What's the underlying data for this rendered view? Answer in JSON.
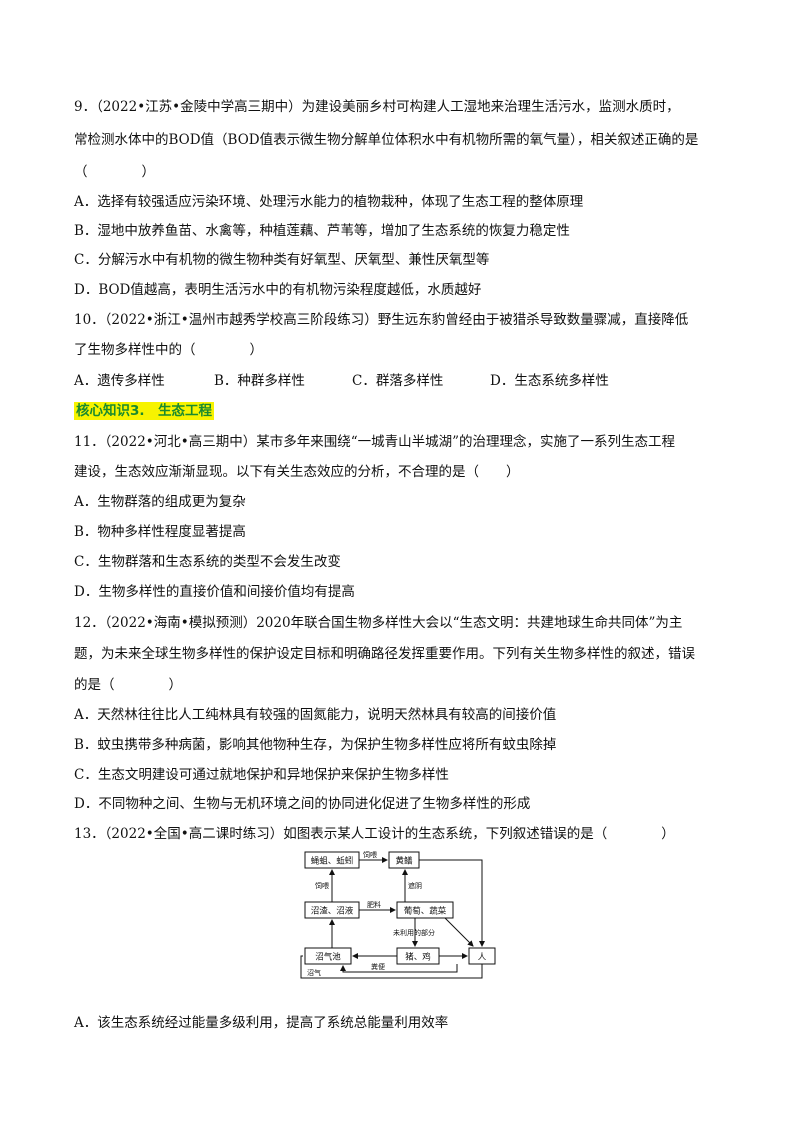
{
  "q9": {
    "line1": "9．（2022•江苏•金陵中学高三期中）为建设美丽乡村可构建人工湿地来治理生活污水，监测水质时，",
    "line2": "常检测水体中的BOD值（BOD值表示微生物分解单位体积水中有机物所需的氧气量），相关叙述正确的是",
    "line3": "（　　　　）",
    "options": [
      "A．选择有较强适应污染环境、处理污水能力的植物栽种，体现了生态工程的整体原理",
      "B．湿地中放养鱼苗、水禽等，种植莲藕、芦苇等，增加了生态系统的恢复力稳定性",
      "C．分解污水中有机物的微生物种类有好氧型、厌氧型、兼性厌氧型等",
      "D．BOD值越高，表明生活污水中的有机物污染程度越低，水质越好"
    ]
  },
  "q10": {
    "line1": "10．（2022•浙江•温州市越秀学校高三阶段练习）野生远东豹曾经由于被猎杀导致数量骤减，直接降低",
    "line2": "了生物多样性中的（　　　　）",
    "options": [
      "A．遗传多样性",
      "B．种群多样性",
      "C．群落多样性",
      "D．生态系统多样性"
    ]
  },
  "section_title": "核心知识3.　生态工程",
  "q11": {
    "line1": "11．（2022•河北•高三期中）某市多年来围绕“一城青山半城湖”的治理理念，实施了一系列生态工程",
    "line2": "建设，生态效应渐渐显现。以下有关生态效应的分析，不合理的是（　　）",
    "options": [
      "A．生物群落的组成更为复杂",
      "B．物种多样性程度显著提高",
      "C．生物群落和生态系统的类型不会发生改变",
      "D．生物多样性的直接价值和间接价值均有提高"
    ]
  },
  "q12": {
    "line1": "12．（2022•海南•模拟预测）2020年联合国生物多样性大会以“生态文明：共建地球生命共同体”为主",
    "line2": "题，为未来全球生物多样性的保护设定目标和明确路径发挥重要作用。下列有关生物多样性的叙述，错误",
    "line3": "的是（　　　　）",
    "options": [
      "A．天然林往往比人工纯林具有较强的固氮能力，说明天然林具有较高的间接价值",
      "B．蚊虫携带多种病菌，影响其他物种生存，为保护生物多样性应将所有蚊虫除掉",
      "C．生态文明建设可通过就地保护和异地保护来保护生物多样性",
      "D．不同物种之间、生物与无机环境之间的协同进化促进了生物多样性的形成"
    ]
  },
  "q13": {
    "line1": "13．（2022•全国•高二课时练习）如图表示某人工设计的生态系统，下列叙述错误的是（　　　　）",
    "diagram": {
      "box_earthworm": "蝇蛆、蚯蚓",
      "box_eel": "黄鳝",
      "box_residue": "沼渣、沼液",
      "box_crops": "葡萄、蔬菜",
      "box_biogas": "沼气池",
      "box_livestock": "猪、鸡",
      "box_human": "人",
      "label_feed_top": "饲喂",
      "label_feed_left": "饲喂",
      "label_shade": "遮阴",
      "label_fertilizer": "肥料",
      "label_unused": "未利用的部分",
      "label_biogas": "沼气",
      "label_manure": "粪便"
    },
    "options": [
      "A．该生态系统经过能量多级利用，提高了系统总能量利用效率"
    ]
  }
}
